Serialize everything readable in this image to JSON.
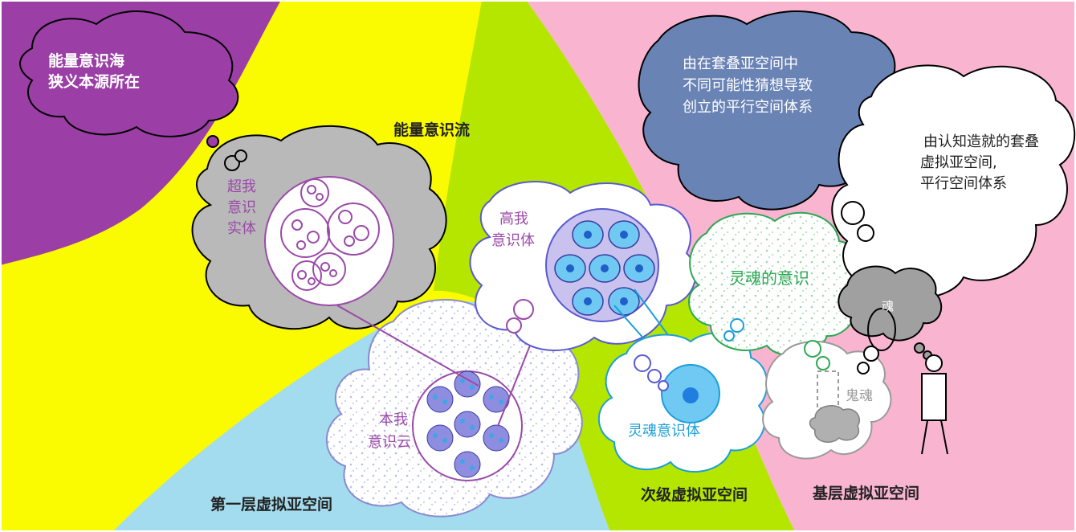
{
  "colors": {
    "purple": "#9b3fa6",
    "yellow": "#fafa00",
    "green": "#b4e600",
    "pink": "#f9b4d0",
    "light_blue": "#a3dcee",
    "gray_cloud": "#b9b9b9",
    "navy_cloud": "#6a83b5",
    "cell_blue": "#3da7e6",
    "cell_purple": "#8f8de0",
    "green_text": "#2aa852",
    "cyan_text": "#1c9fd8",
    "violet_text": "#9a4aa8",
    "gray_text": "#9a9a9a"
  },
  "labels": {
    "sea_line1": "能量意识海",
    "sea_line2": "狭义本源所在",
    "stream": "能量意识流",
    "superego_1": "超我",
    "superego_2": "意识",
    "superego_3": "实体",
    "higher_1": "高我",
    "higher_2": "意识体",
    "self_1": "本我",
    "self_2": "意识云",
    "soul_consciousness": "灵魂的意识",
    "soul_body": "灵魂意识体",
    "ghost": "鬼魂",
    "hun": "魂",
    "parallel_1": "由在套叠亚空间中",
    "parallel_2": "不同可能性猜想导致",
    "parallel_3": "创立的平行空间体系",
    "cognition_1": "由认知造就的套叠",
    "cognition_2": "虚拟亚空间,",
    "cognition_3": "平行空间体系",
    "layer1": "第一层虚拟亚空间",
    "secondary": "次级虚拟亚空间",
    "base": "基层虚拟亚空间"
  }
}
